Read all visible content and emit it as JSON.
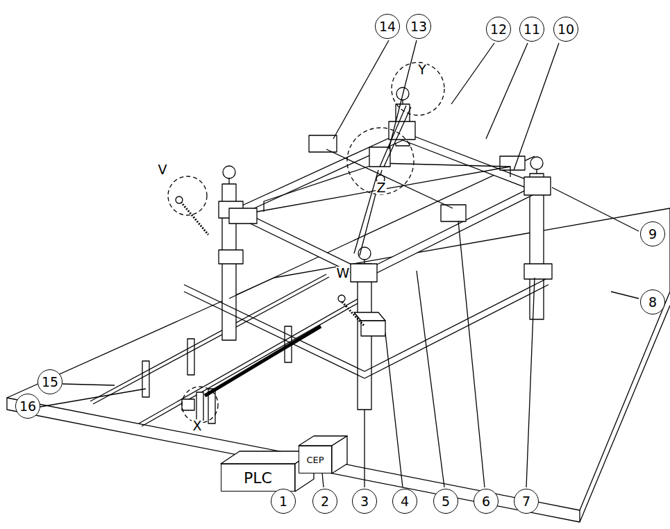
{
  "diagram": {
    "nodes": [
      {
        "text": [
          "PLC"
        ]
      },
      {
        "text": [
          "CEP"
        ]
      }
    ],
    "labels": [
      "1",
      "2",
      "3",
      "4",
      "5",
      "6",
      "7",
      "8",
      "9",
      "10",
      "11",
      "12",
      "13",
      "14",
      "15",
      "16",
      "V",
      "W",
      "X",
      "Y",
      "Z"
    ]
  }
}
